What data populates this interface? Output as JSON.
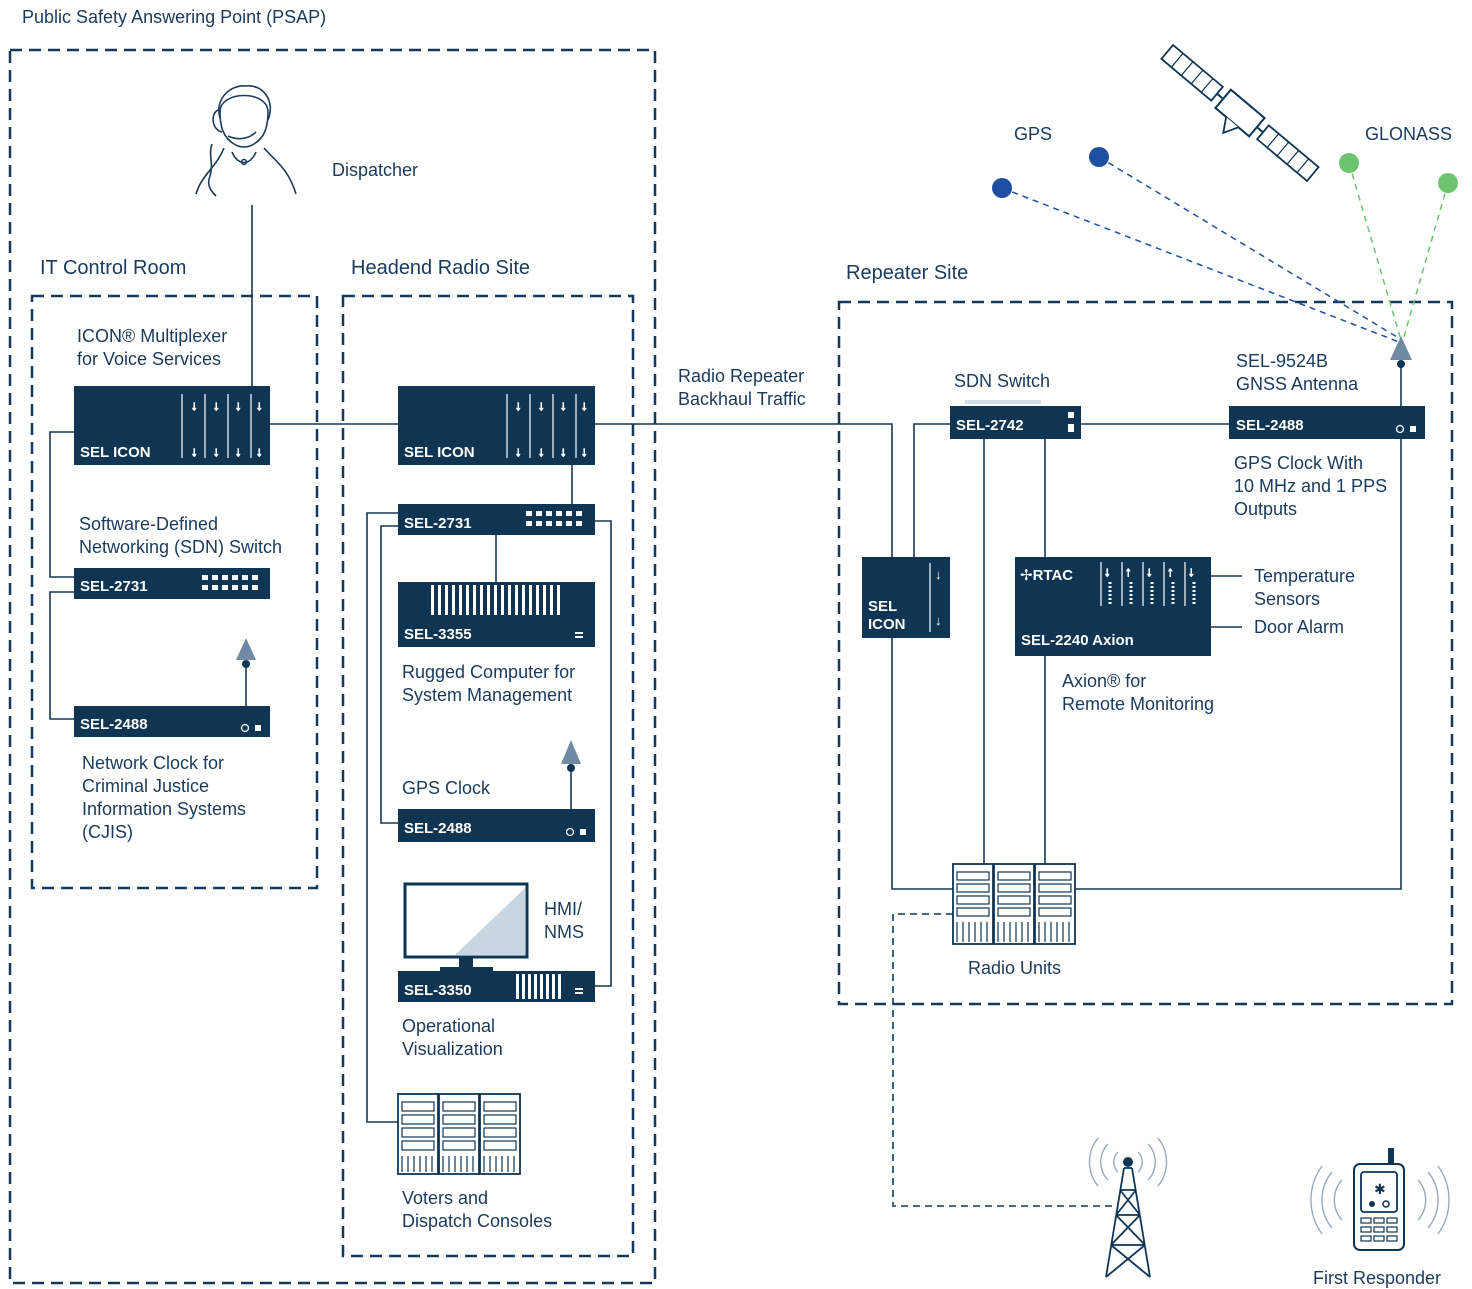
{
  "zones": {
    "psap": "Public Safety Answering Point (PSAP)",
    "it_control_room": "IT Control Room",
    "headend_radio_site": "Headend Radio Site",
    "repeater_site": "Repeater Site"
  },
  "people": {
    "dispatcher": "Dispatcher",
    "first_responder": "First Responder"
  },
  "it_room": {
    "icon_caption": [
      "ICON® Multiplexer",
      "for Voice Services"
    ],
    "icon_device": "SEL ICON",
    "sdn_caption": [
      "Software-Defined",
      "Networking (SDN) Switch"
    ],
    "sdn_device": "SEL-2731",
    "clock_device": "SEL-2488",
    "clock_caption": [
      "Network Clock for",
      "Criminal Justice",
      "Information Systems",
      "(CJIS)"
    ]
  },
  "headend": {
    "icon_device": "SEL ICON",
    "switch_device": "SEL-2731",
    "computer_device": "SEL-3355",
    "computer_caption": [
      "Rugged Computer for",
      "System Management"
    ],
    "gps_caption": "GPS Clock",
    "gps_device": "SEL-2488",
    "hmi_caption": [
      "HMI/",
      "NMS"
    ],
    "hmi_device": "SEL-3350",
    "vis_caption": [
      "Operational",
      "Visualization"
    ],
    "voters_caption": [
      "Voters and",
      "Dispatch Consoles"
    ]
  },
  "backhaul_caption": [
    "Radio Repeater",
    "Backhaul Traffic"
  ],
  "repeater": {
    "sdn_caption": "SDN Switch",
    "sdn_device": "SEL-2742",
    "antenna_caption": [
      "SEL-9524B",
      "GNSS Antenna"
    ],
    "clock_device": "SEL-2488",
    "clock_caption": [
      "GPS Clock With",
      "10 MHz and 1 PPS",
      "Outputs"
    ],
    "icon_device": [
      "SEL",
      "ICON"
    ],
    "rtac_logo": "RTAC",
    "rtac_device": "SEL-2240 Axion",
    "rtac_caption": [
      "Axion® for",
      "Remote Monitoring"
    ],
    "temp_sensors": [
      "Temperature",
      "Sensors"
    ],
    "door_alarm": "Door Alarm",
    "radio_units": "Radio Units"
  },
  "satellites": {
    "gps": "GPS",
    "glonass": "GLONASS"
  },
  "colors": {
    "navy": "#0f3553",
    "border": "#14395a",
    "text": "#1a3a5c",
    "gps_dot": "#1f4fa0",
    "glonass_dot": "#6cc46f"
  }
}
